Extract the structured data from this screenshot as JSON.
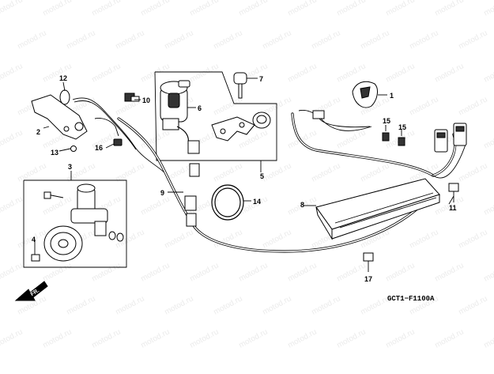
{
  "watermark": "motod.ru",
  "diagram_code": "GCT1−F1100A",
  "front_label": "FR.",
  "callouts": {
    "c1": "1",
    "c2": "2",
    "c3": "3",
    "c4": "4",
    "c5": "5",
    "c6": "6",
    "c7": "7",
    "c8": "8",
    "c9": "9",
    "c10": "10",
    "c11": "11",
    "c12": "12",
    "c13": "13",
    "c14": "14",
    "c15a": "15",
    "c15b": "15",
    "c16": "16",
    "c17": "17"
  },
  "icons": {
    "front_arrow": "arrow-left-down-icon"
  }
}
